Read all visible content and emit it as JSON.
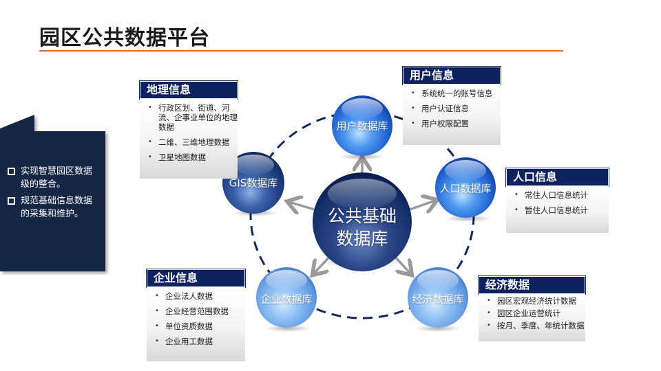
{
  "title": "园区公共数据平台",
  "colors": {
    "accent_rule": "#e06b32",
    "panel_dark": "#172544",
    "header_navy": "#0f2260",
    "sphere_blue": "#1f5fd0"
  },
  "side_panel": {
    "items": [
      "实现智慧园区数据级的整合。",
      "规范基础信息数据的采集和维护。"
    ]
  },
  "diagram": {
    "center": "公共基础\n数据库",
    "nodes": {
      "user": "用户数据库",
      "population": "人口数据库",
      "economy": "经济数据库",
      "enterprise": "企业数据库",
      "gis": "GIS数据库"
    }
  },
  "boxes": {
    "geo": {
      "title": "地理信息",
      "items": [
        "行政区划、街道、河流、企事业单位的地理数据",
        "二维、三维地理数据",
        "卫星地图数据"
      ]
    },
    "user": {
      "title": "用户信息",
      "items": [
        "系统统一的账号信息",
        "用户认证信息",
        "用户权限配置"
      ]
    },
    "population": {
      "title": "人口信息",
      "items": [
        "常住人口信息统计",
        "暂住人口信息统计"
      ]
    },
    "enterprise": {
      "title": "企业信息",
      "items": [
        "企业法人数据",
        "企业经营范围数据",
        "单位资质数据",
        "企业用工数据"
      ]
    },
    "economy": {
      "title": "经济数据",
      "items": [
        "园区宏观经济统计数据",
        "园区企业运营统计",
        "按月、季度、年统计数据"
      ]
    }
  }
}
